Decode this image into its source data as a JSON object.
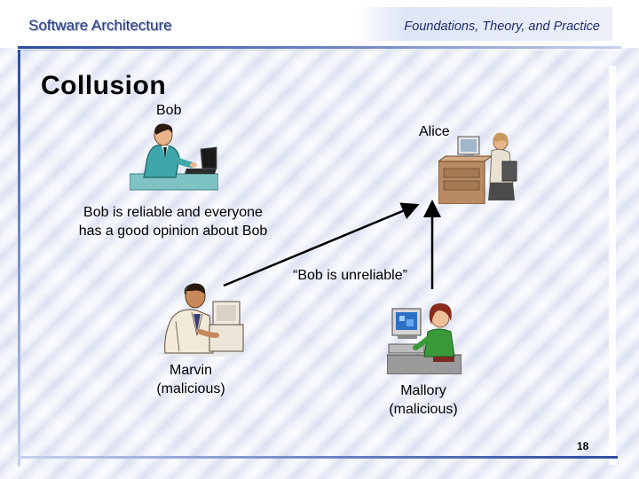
{
  "header": {
    "title": "Software Architecture",
    "subtitle": "Foundations, Theory, and Practice"
  },
  "slide": {
    "title": "Collusion",
    "page_number": "18"
  },
  "people": {
    "bob": {
      "label": "Bob"
    },
    "alice": {
      "label": "Alice"
    },
    "marvin": {
      "label_line1": "Marvin",
      "label_line2": "(malicious)"
    },
    "mallory": {
      "label_line1": "Mallory",
      "label_line2": "(malicious)"
    }
  },
  "notes": {
    "bob_reputation_line1": "Bob is reliable and everyone",
    "bob_reputation_line2": "has a good opinion about Bob",
    "claim": "“Bob is unreliable”"
  }
}
